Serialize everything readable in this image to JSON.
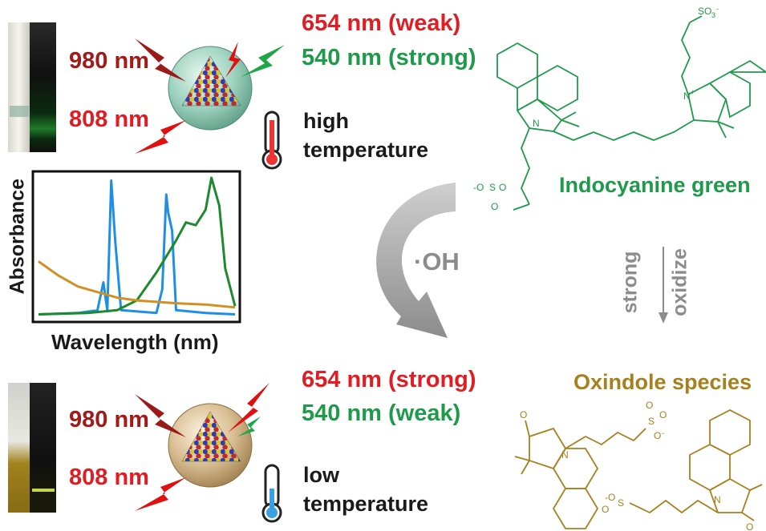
{
  "top": {
    "laser_980": "980 nm",
    "laser_808": "808 nm",
    "emission_red": "654 nm (weak)",
    "emission_green": "540 nm (strong)",
    "temp_line1": "high",
    "temp_line2": "temperature"
  },
  "bottom": {
    "laser_980": "980 nm",
    "laser_808": "808 nm",
    "emission_red": "654 nm (strong)",
    "emission_green": "540 nm (weak)",
    "temp_line1": "low",
    "temp_line2": "temperature"
  },
  "middle": {
    "radical": "·OH",
    "oxidize_1": "strong",
    "oxidize_2": "oxidize"
  },
  "molecules": {
    "icg_name": "Indocyanine green",
    "oxindole_name": "Oxindole species"
  },
  "chart_data": {
    "type": "line",
    "xlabel": "Wavelength (nm)",
    "ylabel": "Absorbance",
    "series": [
      {
        "color": "#1f8fe6",
        "points": [
          [
            0.0,
            0.02
          ],
          [
            0.2,
            0.03
          ],
          [
            0.3,
            0.05
          ],
          [
            0.33,
            0.25
          ],
          [
            0.35,
            0.05
          ],
          [
            0.37,
            0.98
          ],
          [
            0.39,
            0.55
          ],
          [
            0.42,
            0.05
          ],
          [
            0.6,
            0.03
          ],
          [
            0.63,
            0.2
          ],
          [
            0.65,
            0.88
          ],
          [
            0.66,
            0.75
          ],
          [
            0.68,
            0.62
          ],
          [
            0.7,
            0.05
          ],
          [
            0.85,
            0.03
          ],
          [
            1.0,
            0.02
          ]
        ]
      },
      {
        "color": "#1d8a2e",
        "points": [
          [
            0.0,
            0.02
          ],
          [
            0.25,
            0.03
          ],
          [
            0.4,
            0.05
          ],
          [
            0.5,
            0.12
          ],
          [
            0.6,
            0.32
          ],
          [
            0.7,
            0.55
          ],
          [
            0.75,
            0.68
          ],
          [
            0.8,
            0.66
          ],
          [
            0.85,
            0.77
          ],
          [
            0.88,
            1.0
          ],
          [
            0.92,
            0.8
          ],
          [
            0.95,
            0.35
          ],
          [
            1.0,
            0.08
          ]
        ]
      },
      {
        "color": "#d09123",
        "points": [
          [
            0.0,
            0.4
          ],
          [
            0.1,
            0.3
          ],
          [
            0.2,
            0.22
          ],
          [
            0.3,
            0.18
          ],
          [
            0.4,
            0.14
          ],
          [
            0.5,
            0.12
          ],
          [
            0.7,
            0.1
          ],
          [
            0.85,
            0.09
          ],
          [
            1.0,
            0.07
          ]
        ]
      }
    ]
  },
  "colors": {
    "shell_top": "#9ed3c0",
    "shell_bottom": "#d9be93",
    "laser": "#e01010",
    "laser_dark": "#9a1a1a",
    "green": "#1f9a4a",
    "gold": "#a7801e"
  }
}
